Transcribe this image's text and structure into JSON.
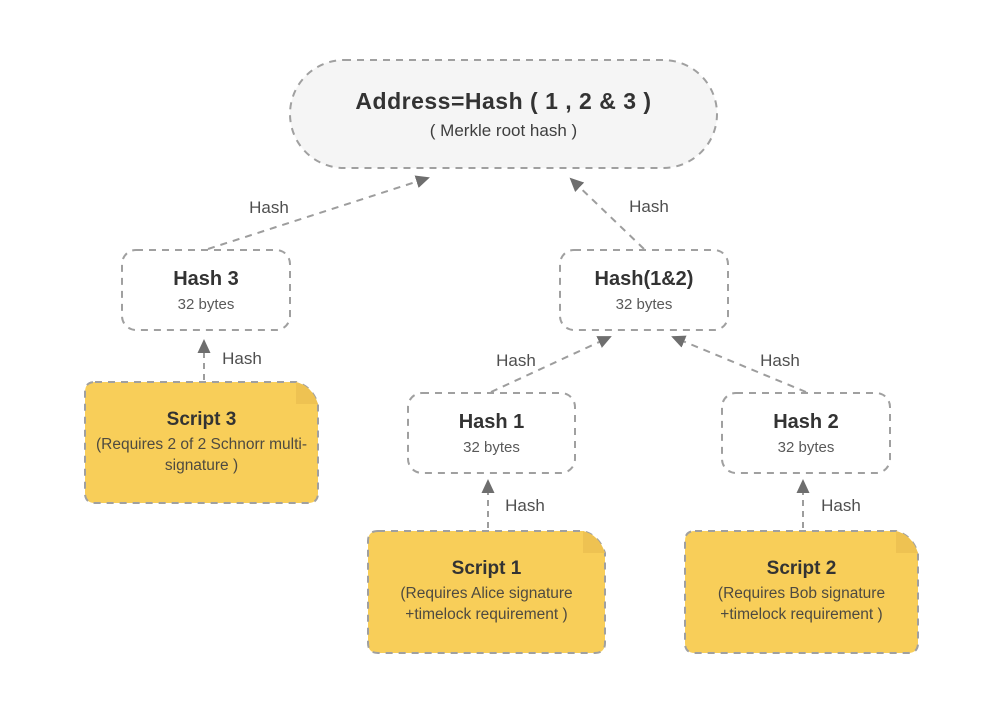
{
  "diagram": {
    "type": "merkle-tree",
    "root": {
      "title": "Address=Hash ( 1 , 2 & 3 )",
      "subtitle": "( Merkle root hash )"
    },
    "hash_nodes": {
      "hash3": {
        "title": "Hash 3",
        "subtitle": "32 bytes"
      },
      "hash12": {
        "title": "Hash(1&2)",
        "subtitle": "32 bytes"
      },
      "hash1": {
        "title": "Hash 1",
        "subtitle": "32 bytes"
      },
      "hash2": {
        "title": "Hash 2",
        "subtitle": "32 bytes"
      }
    },
    "script_nodes": {
      "script3": {
        "title": "Script 3",
        "body": "(Requires 2 of 2 Schnorr multi-signature )"
      },
      "script1": {
        "title": "Script 1",
        "body": "(Requires Alice signature +timelock requirement )"
      },
      "script2": {
        "title": "Script 2",
        "body": "(Requires Bob signature +timelock requirement )"
      }
    },
    "edge_label": "Hash",
    "colors": {
      "node_border": "#a0a0a0",
      "line": "#9d9d9d",
      "arrowhead": "#6e6e6e",
      "root_fill": "#f5f5f5",
      "hash_fill": "#ffffff",
      "script_fill": "#f8ce59",
      "script_fold": "#eec252",
      "title_text": "#333333",
      "muted_text": "#595959"
    }
  }
}
